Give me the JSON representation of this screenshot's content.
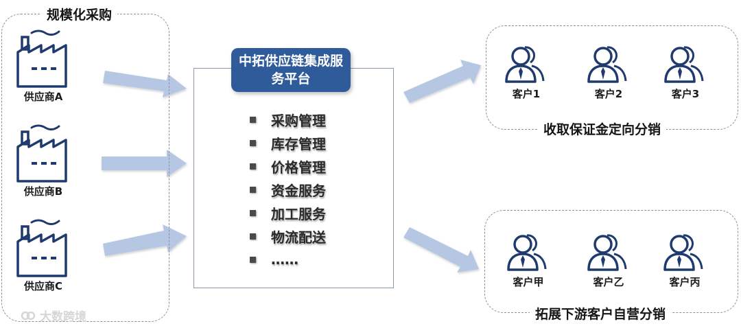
{
  "procurement": {
    "title": "规模化采购"
  },
  "suppliers": [
    {
      "label": "供应商A"
    },
    {
      "label": "供应商B"
    },
    {
      "label": "供应商C"
    }
  ],
  "platform": {
    "title": "中拓供应链集成服务平台",
    "services": [
      "采购管理",
      "库存管理",
      "价格管理",
      "资金服务",
      "加工服务",
      "物流配送",
      "……"
    ]
  },
  "distribution_top": {
    "title": "收取保证金定向分销",
    "customers": [
      {
        "label": "客户1"
      },
      {
        "label": "客户2"
      },
      {
        "label": "客户3"
      }
    ]
  },
  "distribution_bottom": {
    "title": "拓展下游客户自营分销",
    "customers": [
      {
        "label": "客户甲"
      },
      {
        "label": "客户乙"
      },
      {
        "label": "客户丙"
      }
    ]
  },
  "watermark": "大数跨境",
  "colors": {
    "platform_blue": "#2f5b9a",
    "icon_navy": "#1f3a6e",
    "arrow_fill": "#b5c7e3",
    "border_gray": "#8a8f99"
  },
  "icons": {
    "supplier": "factory-icon",
    "customer": "users-icon",
    "watermark": "link-icon"
  }
}
